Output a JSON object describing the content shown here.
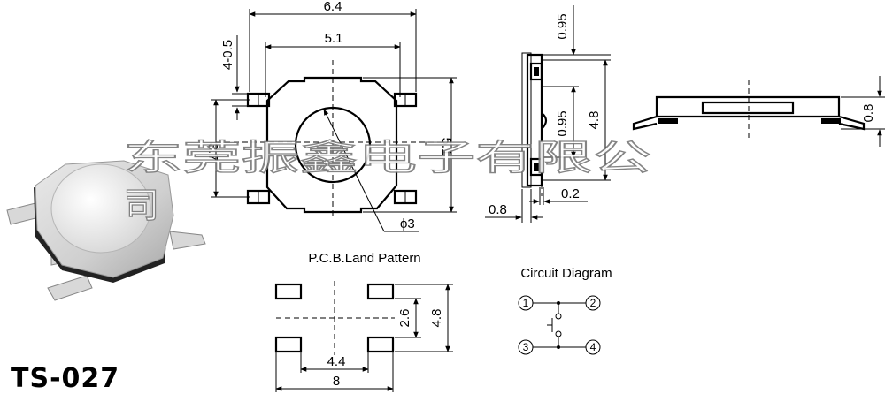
{
  "product": {
    "model": "TS-027"
  },
  "watermark": {
    "line1": "东莞振鑫电子有限公",
    "line2": "司"
  },
  "top_view": {
    "width_label": "6.4",
    "inner_width_label": "5.1",
    "pin_length_label": "4-0.5",
    "pin_spacing_label": "3.7",
    "body_height_label": "5.1",
    "button_diameter_label": "ϕ3"
  },
  "side_view": {
    "top_offset_label": "0.95",
    "mid_label": "0.95",
    "height_label": "4.8",
    "pin_offset_label": "0.2",
    "pin_width_label": "0.8"
  },
  "profile_view": {
    "height_label": "0.8"
  },
  "pcb_land_pattern": {
    "title": "P.C.B.Land Pattern",
    "height_outer_label": "4.8",
    "height_inner_label": "2.6",
    "width_inner_label": "4.4",
    "width_outer_label": "8"
  },
  "circuit_diagram": {
    "title": "Circuit Diagram",
    "pins": [
      "1",
      "2",
      "3",
      "4"
    ]
  }
}
